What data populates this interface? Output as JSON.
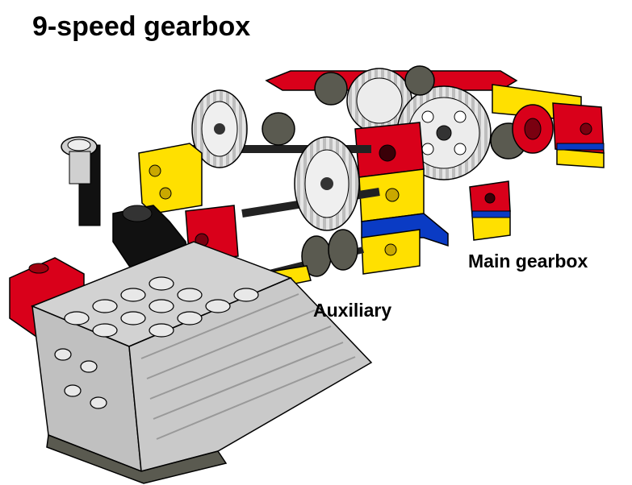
{
  "title": "9-speed gearbox",
  "labels": {
    "main_gearbox": "Main gearbox",
    "auxiliary": "Auxiliary"
  },
  "colors": {
    "red": "#d9001a",
    "yellow": "#ffe000",
    "blue": "#0a3bc4",
    "gear_light": "#e8e8e8",
    "gear_dark": "#5a5a50",
    "motor_grey": "#d2d2d2",
    "black": "#111111"
  }
}
